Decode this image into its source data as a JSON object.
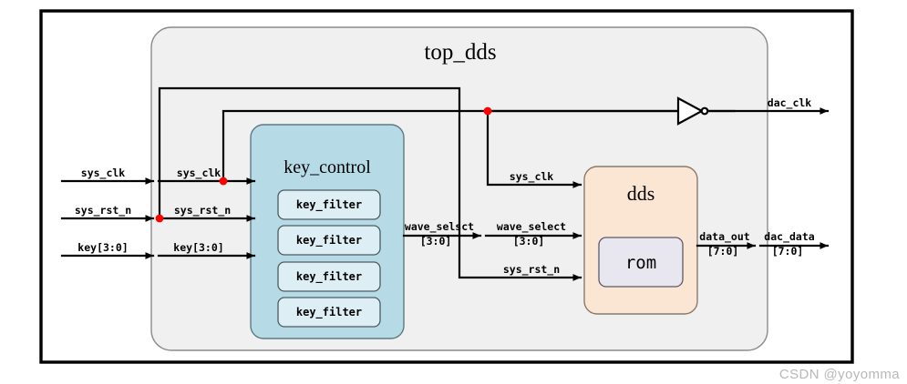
{
  "diagram": {
    "title": "top_dds",
    "watermark": "CSDN @yoyomma",
    "blocks": {
      "top": {
        "label": "top_dds"
      },
      "key_control": {
        "label": "key_control"
      },
      "key_filters": [
        {
          "label": "key_filter"
        },
        {
          "label": "key_filter"
        },
        {
          "label": "key_filter"
        },
        {
          "label": "key_filter"
        }
      ],
      "dds": {
        "label": "dds"
      },
      "rom": {
        "label": "rom"
      }
    },
    "signals": {
      "external_in": [
        {
          "name": "sys_clk"
        },
        {
          "name": "sys_rst_n"
        },
        {
          "name": "key[3:0]"
        }
      ],
      "internal_left": [
        {
          "name": "sys_clk"
        },
        {
          "name": "sys_rst_n"
        },
        {
          "name": "key[3:0]"
        }
      ],
      "key_control_out": {
        "name": "wave_selsct",
        "width": "[3:0]"
      },
      "dds_in": [
        {
          "name": "sys_clk",
          "width": ""
        },
        {
          "name": "wave_select",
          "width": "[3:0]"
        },
        {
          "name": "sys_rst_n",
          "width": ""
        }
      ],
      "dds_out": {
        "name": "data_out",
        "width": "[7:0]"
      },
      "external_out": [
        {
          "name": "dac_clk",
          "width": ""
        },
        {
          "name": "dac_data",
          "width": "[7:0]"
        }
      ]
    },
    "colors": {
      "key_control_fill": "#b6dbe6",
      "key_filter_fill": "#ddeef5",
      "dds_fill": "#fbe6d4",
      "rom_fill": "#e8e6ef",
      "top_fill": "#f0f0f0",
      "junction_dot": "#ff0000",
      "wire": "#000000"
    }
  }
}
